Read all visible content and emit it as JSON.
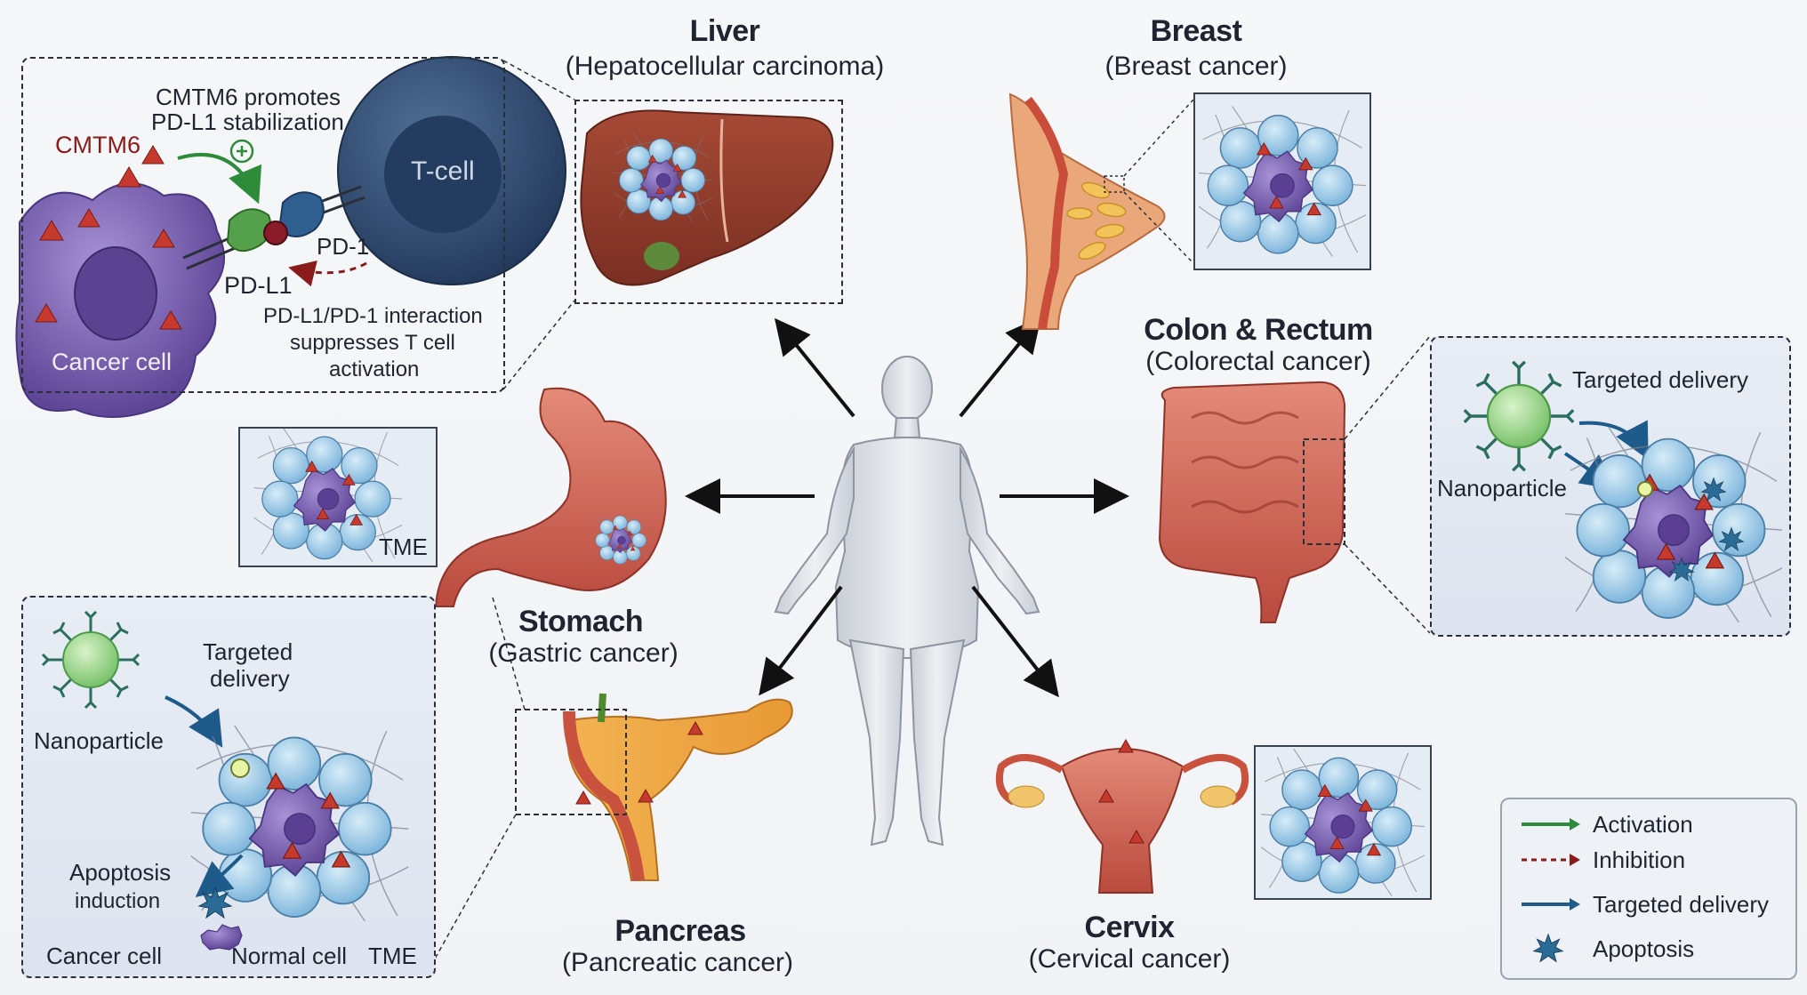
{
  "organs": {
    "liver": {
      "title": "Liver",
      "subtitle": "(Hepatocellular carcinoma)"
    },
    "breast": {
      "title": "Breast",
      "subtitle": "(Breast cancer)"
    },
    "colon": {
      "title": "Colon & Rectum",
      "subtitle": "(Colorectal cancer)"
    },
    "stomach": {
      "title": "Stomach",
      "subtitle": "(Gastric cancer)"
    },
    "pancreas": {
      "title": "Pancreas",
      "subtitle": "(Pancreatic cancer)"
    },
    "cervix": {
      "title": "Cervix",
      "subtitle": "(Cervical cancer)"
    }
  },
  "mechanism_panel": {
    "cmtm6_label": "CMTM6",
    "promotes_line1": "CMTM6 promotes",
    "promotes_line2": "PD-L1 stabilization",
    "tcell_label": "T-cell",
    "pd1_label": "PD-1",
    "pdl1_label": "PD-L1",
    "interaction_line1": "PD-L1/PD-1 interaction",
    "interaction_line2": "suppresses T cell",
    "interaction_line3": "activation",
    "cancer_cell_label": "Cancer cell"
  },
  "tme_thumb": {
    "label": "TME"
  },
  "delivery_panel_left": {
    "targeted_line1": "Targeted",
    "targeted_line2": "delivery",
    "nanoparticle_label": "Nanoparticle",
    "apoptosis_line1": "Apoptosis",
    "apoptosis_line2": "induction",
    "cancer_cell_label": "Cancer cell",
    "normal_cell_label": "Normal cell",
    "tme_label": "TME"
  },
  "delivery_panel_right": {
    "targeted_label": "Targeted delivery",
    "nanoparticle_label": "Nanoparticle"
  },
  "legend": {
    "items": [
      {
        "label": "Activation",
        "color": "#2e8b3a",
        "style": "solid-arrow"
      },
      {
        "label": "Inhibition",
        "color": "#8b1a1a",
        "style": "dashed-arrow"
      },
      {
        "label": "Targeted delivery",
        "color": "#1f5b8a",
        "style": "solid-arrow"
      },
      {
        "label": "Apoptosis",
        "color": "#2b6c96",
        "style": "starburst-icon"
      }
    ]
  },
  "colors": {
    "organ_red": "#c4574a",
    "liver_brown": "#8c3b2c",
    "cancer_purple": "#7b62b8",
    "normal_blue": "#8fc6e6",
    "nanoparticle_green": "#9bd88f",
    "tcell_navy": "#30496d",
    "panel_border": "#2a2f3a"
  }
}
